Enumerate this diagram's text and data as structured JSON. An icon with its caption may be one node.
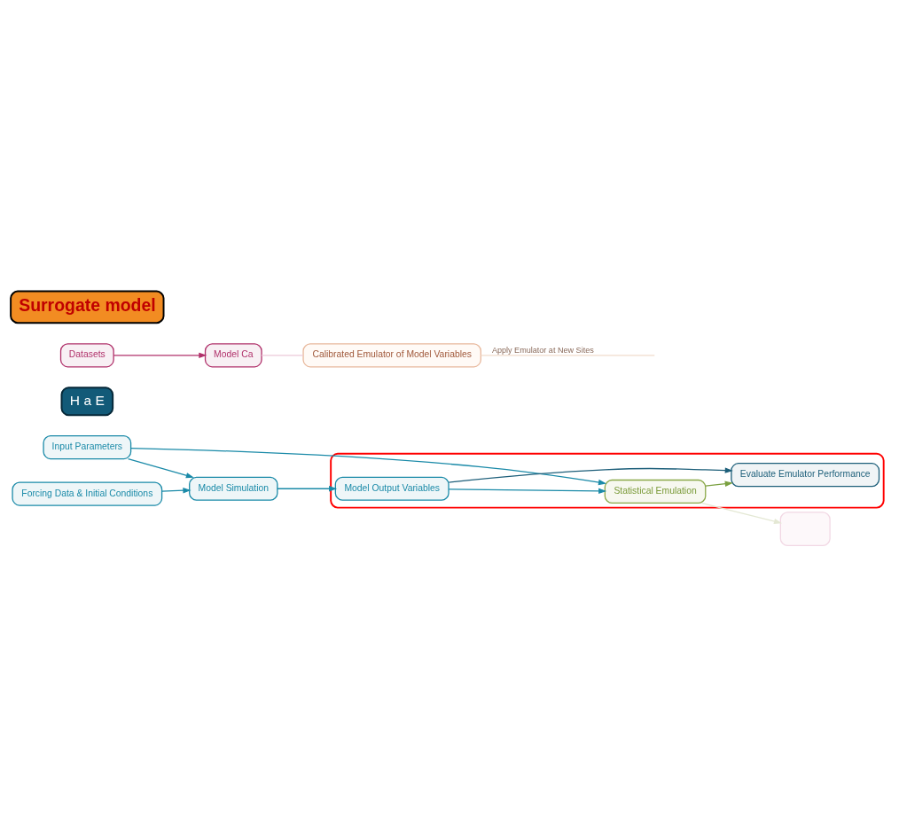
{
  "diagram": {
    "nodes": [
      {
        "text": [
          "Input Parameters"
        ]
      },
      {
        "text": [
          "Model Simulation"
        ]
      },
      {
        "text": [
          "Forcing Data & Initial Conditions"
        ]
      },
      {
        "text": [],
        "shape": "box"
      },
      {
        "text": [
          "Model Output Variables"
        ],
        "in": 3
      },
      {
        "text": [
          "Statistical Emulation"
        ],
        "in": 3
      },
      {
        "text": [
          "Evaluate Emulator Performance"
        ],
        "in": 3
      },
      {
        "text": [
          "H a E"
        ]
      },
      {
        "text": [
          "Datasets"
        ]
      },
      {
        "text": [
          "Model Ca"
        ]
      },
      {
        "text": [
          "Surrogate model"
        ]
      },
      {
        "text": [
          "Calibrated Emulator of Model Variables"
        ]
      },
      {
        "text": [],
        "shape": "box"
      }
    ],
    "edges": [
      {
        "from": 0,
        "to": 1,
        "arrow": "to"
      },
      {
        "from": 2,
        "to": 1,
        "arrow": "to"
      },
      {
        "from": 0,
        "to": 5,
        "arrow": "to"
      },
      {
        "from": 1,
        "to": 4,
        "arrow": "to"
      },
      {
        "from": 4,
        "to": 5,
        "arrow": "to"
      },
      {
        "from": 4,
        "to": 6,
        "arrow": "to",
        "color": "#1d5f7a"
      },
      {
        "from": 5,
        "to": 6,
        "arrow": "to",
        "color": "#7aa040"
      },
      {
        "from": 5,
        "to": 12,
        "arrow": "to",
        "color": "#e4e8d4"
      },
      {
        "from": 8,
        "to": 9,
        "arrow": "to",
        "color": "#b0306a"
      },
      {
        "from": 9,
        "to": 11,
        "arrow": "none",
        "color": "#ecc8d8"
      },
      {
        "from": 11,
        "to": null,
        "arrow": "none",
        "label": "Apply Emulator at New Sites",
        "color": "#f0dccc"
      }
    ]
  }
}
